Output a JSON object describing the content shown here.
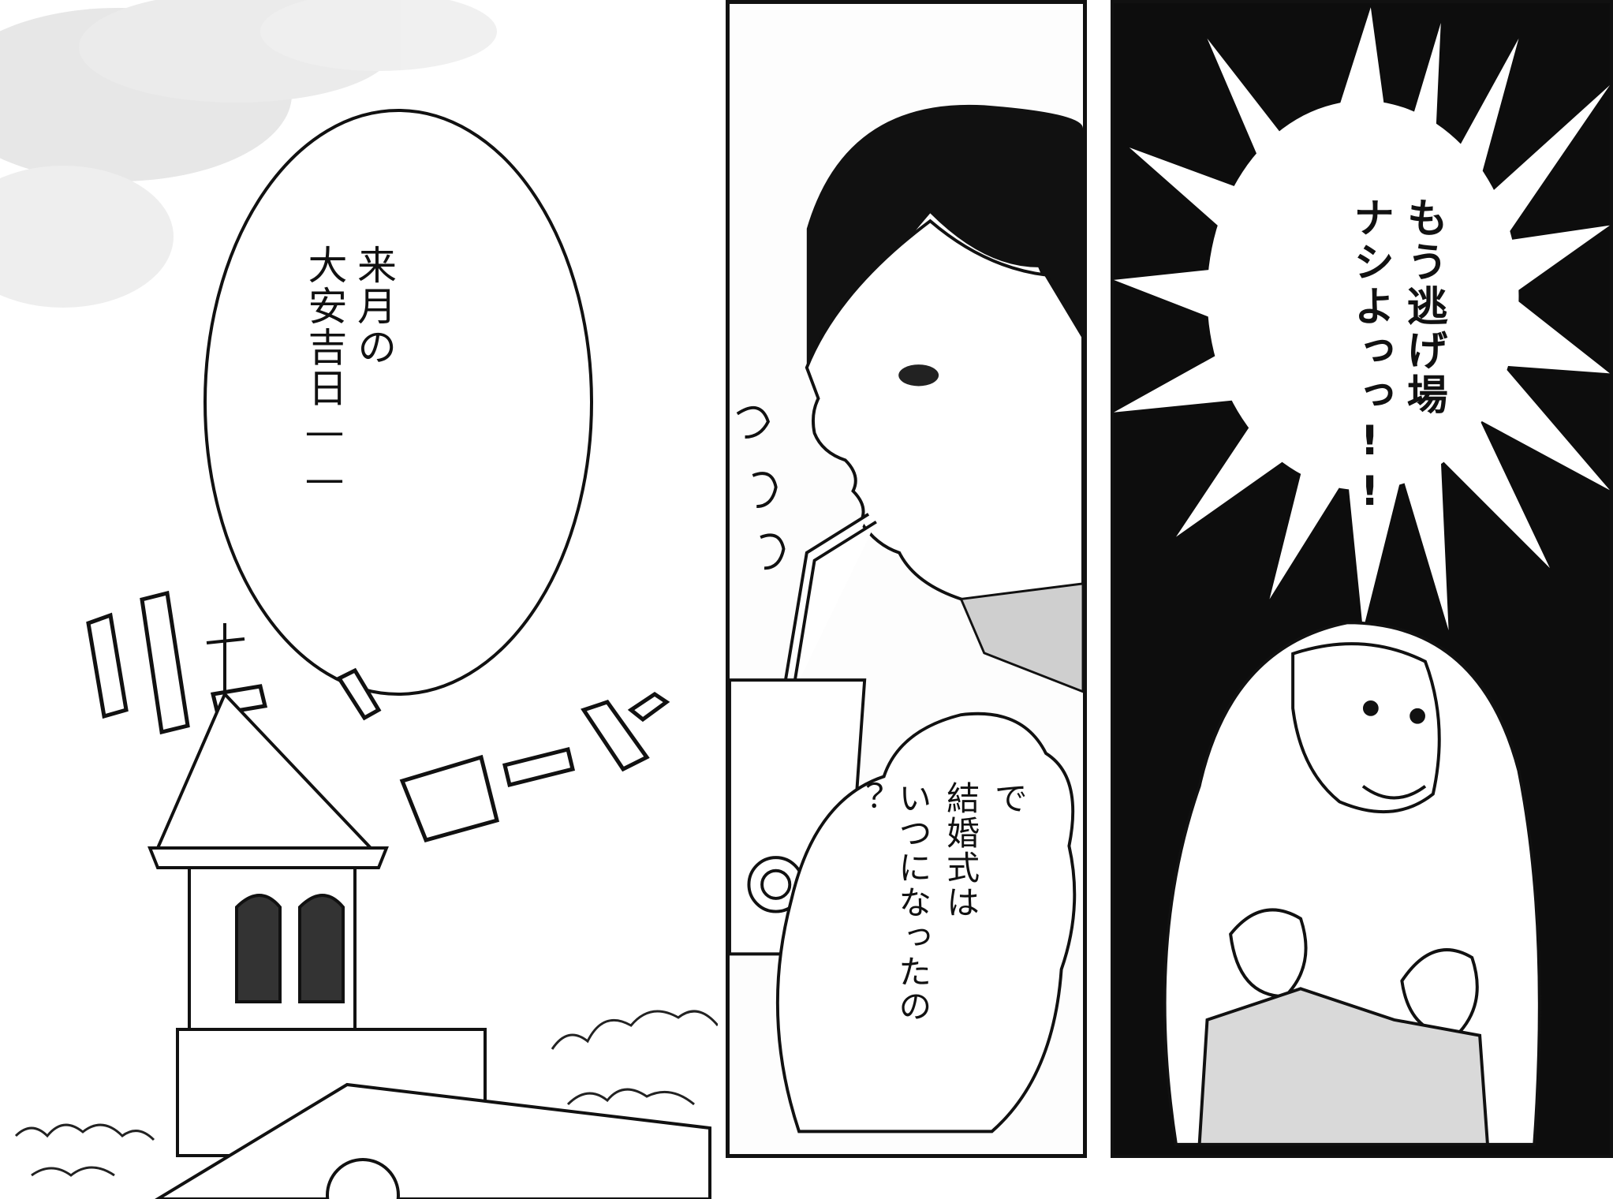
{
  "panels": {
    "left": {
      "speech": "来月の\n大安吉日——"
    },
    "middle": {
      "speech": "で\n結婚式は\nいつになったの\n？"
    },
    "right": {
      "speech": "もう逃げ場\nナシよっっ!!"
    }
  }
}
